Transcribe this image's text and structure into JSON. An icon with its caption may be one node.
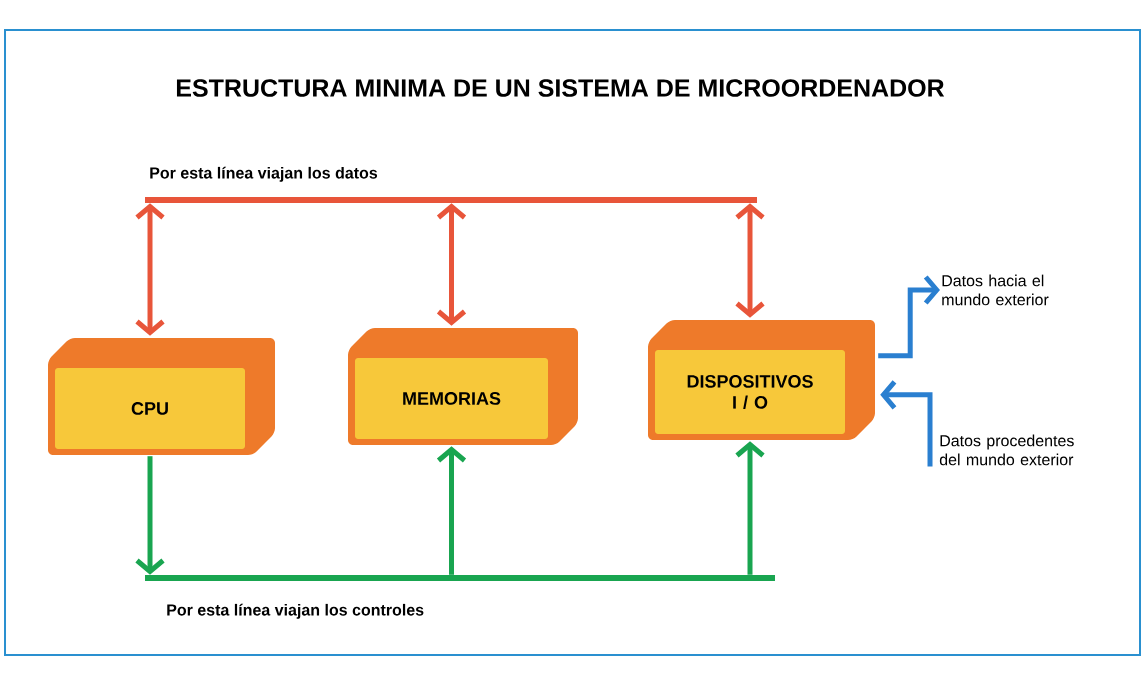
{
  "diagram": {
    "title": "ESTRUCTURA MINIMA DE UN SISTEMA DE MICROORDENADOR",
    "nodes": [
      {
        "text": [
          "CPU"
        ]
      },
      {
        "text": [
          "MEMORIAS"
        ]
      },
      {
        "text": [
          "DISPOSITIVOS I / O"
        ]
      },
      {
        "text": [],
        "shape": "bar",
        "beside": [
          "Por esta línea viajan los datos"
        ]
      },
      {
        "text": [],
        "shape": "bar",
        "beside": [
          "Por esta línea viajan los controles"
        ]
      },
      {
        "text": [
          "Datos hacia el mundo exterior"
        ]
      },
      {
        "text": [
          "Datos procedentes del mundo exterior"
        ]
      }
    ],
    "edges": [
      {
        "from": 3,
        "to": 0,
        "arrow": "both",
        "color": "#e8553a"
      },
      {
        "from": 3,
        "to": 1,
        "arrow": "both",
        "color": "#e8553a"
      },
      {
        "from": 3,
        "to": 2,
        "arrow": "both",
        "color": "#e8553a"
      },
      {
        "from": 0,
        "to": 4,
        "arrow": "to",
        "color": "#19a550"
      },
      {
        "from": 4,
        "to": 1,
        "arrow": "to",
        "color": "#19a550"
      },
      {
        "from": 4,
        "to": 2,
        "arrow": "to",
        "color": "#19a550"
      },
      {
        "from": 2,
        "to": 5,
        "arrow": "to",
        "color": "#2a7fd0"
      },
      {
        "from": 6,
        "to": 2,
        "arrow": "to",
        "color": "#2a7fd0"
      }
    ]
  }
}
